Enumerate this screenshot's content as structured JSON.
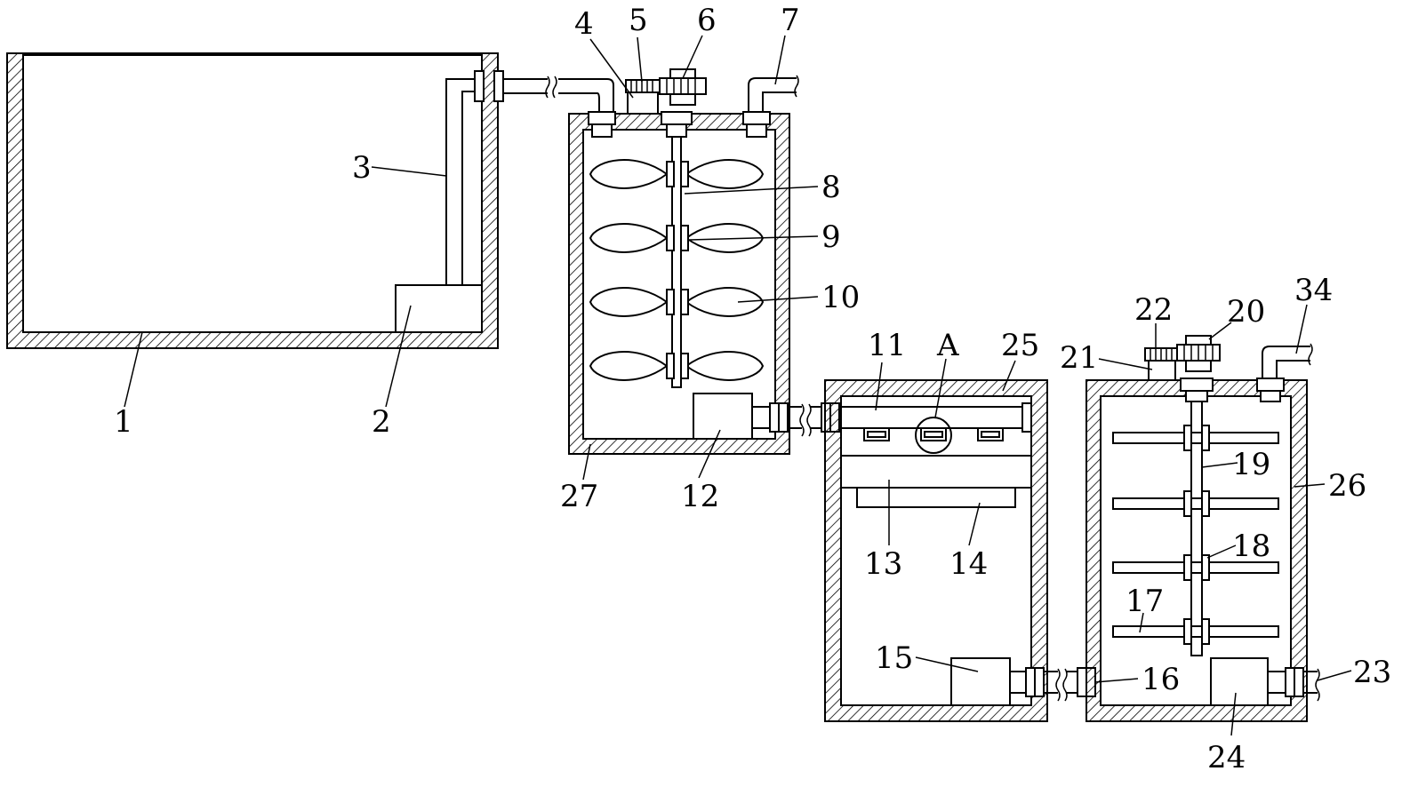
{
  "diagram": {
    "labels": {
      "l1": "1",
      "l2": "2",
      "l3": "3",
      "l4": "4",
      "l5": "5",
      "l6": "6",
      "l7": "7",
      "l8": "8",
      "l9": "9",
      "l10": "10",
      "l11": "11",
      "lA": "A",
      "l12": "12",
      "l13": "13",
      "l14": "14",
      "l15": "15",
      "l16": "16",
      "l17": "17",
      "l18": "18",
      "l19": "19",
      "l20": "20",
      "l21": "21",
      "l22": "22",
      "l23": "23",
      "l24": "24",
      "l25": "25",
      "l26": "26",
      "l27": "27",
      "l34": "34"
    }
  }
}
